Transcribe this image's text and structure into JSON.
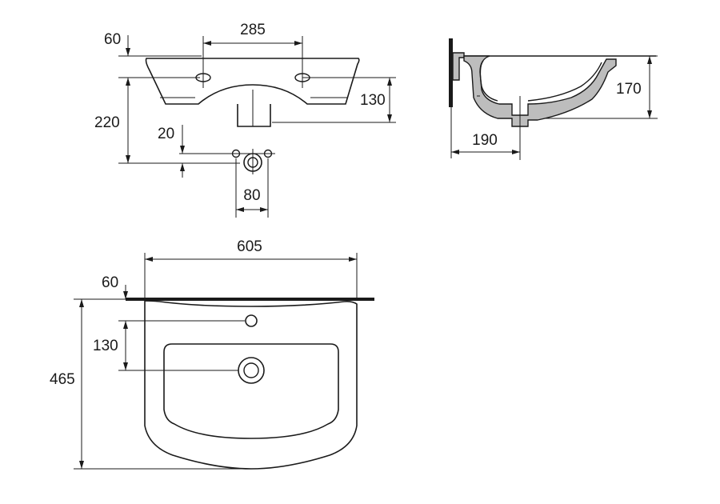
{
  "dimensions": {
    "front_tap_offset": "60",
    "front_tap_spacing": "285",
    "front_height": "130",
    "front_total": "220",
    "front_small": "20",
    "front_spacing_bottom": "80",
    "side_height": "170",
    "side_depth": "190",
    "top_width": "605",
    "top_tap_offset": "60",
    "top_drain_offset": "130",
    "top_depth": "465"
  },
  "colors": {
    "line": "#1a1a1a",
    "hatch": "#bdbdbd",
    "background": "#ffffff"
  }
}
